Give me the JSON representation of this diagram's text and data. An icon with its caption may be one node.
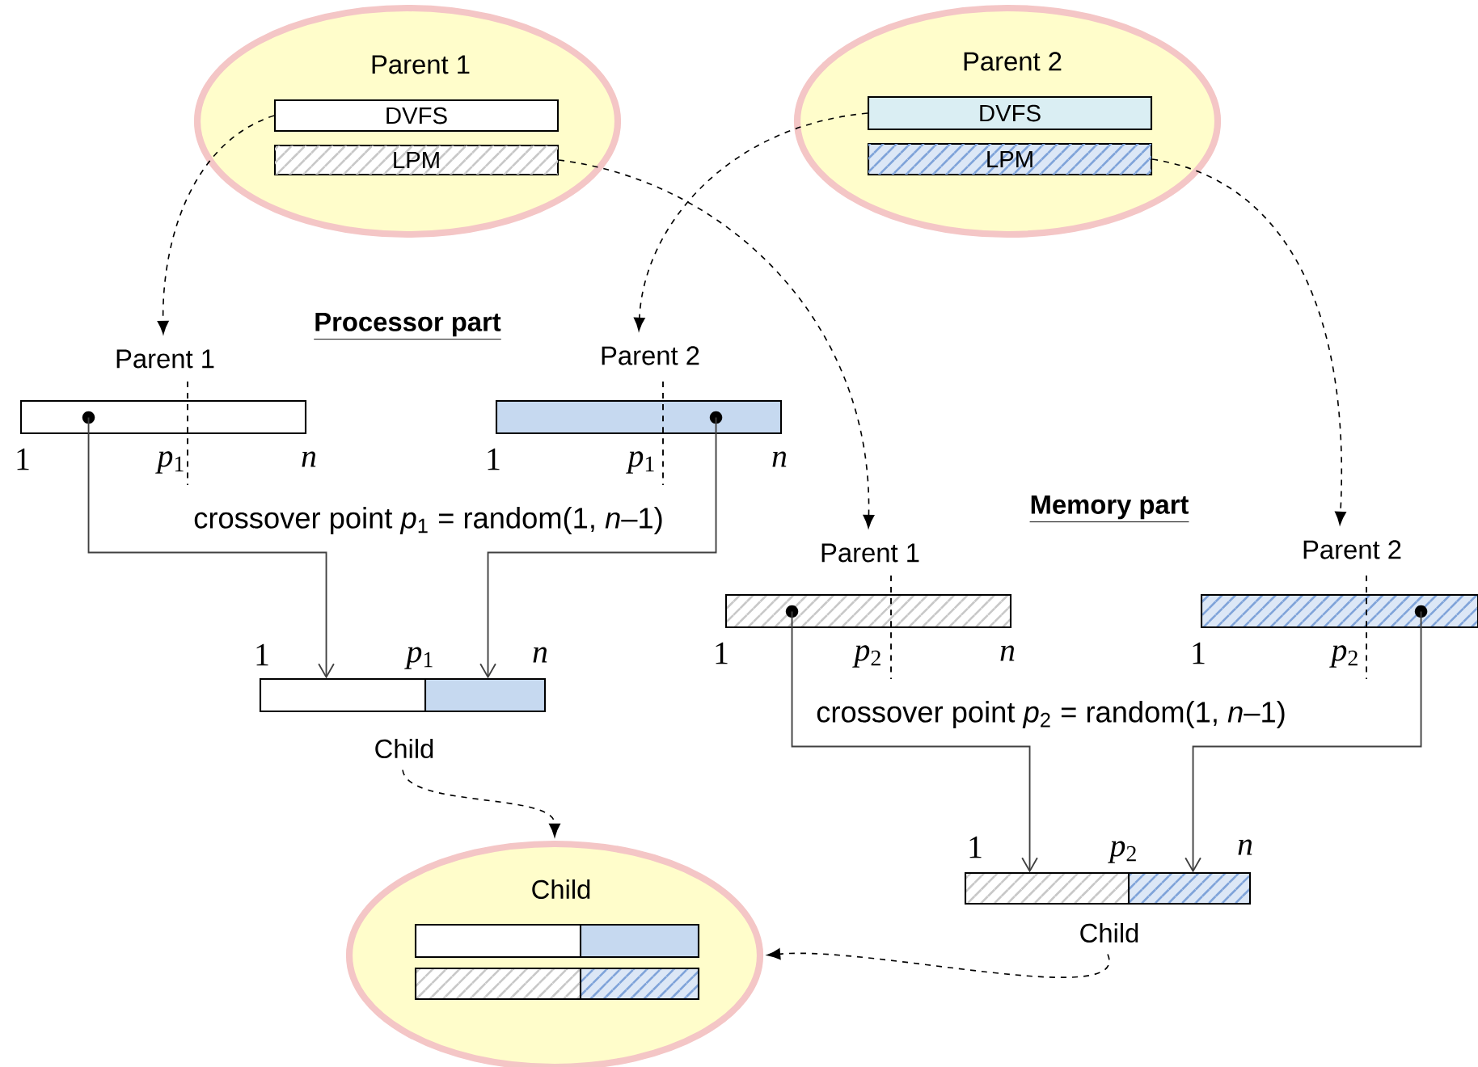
{
  "diagram": {
    "nodes": [
      {
        "text": [
          "Parent 1"
        ]
      },
      {
        "text": [
          "DVFS"
        ],
        "in": 0
      },
      {
        "text": [
          "LPM"
        ],
        "in": 0
      },
      {
        "text": [
          "Parent 2"
        ]
      },
      {
        "text": [
          "DVFS"
        ],
        "in": 3
      },
      {
        "text": [
          "LPM"
        ],
        "in": 3
      },
      {
        "text": [
          "Parent 1"
        ],
        "beside": [
          "1",
          "*p*$_{1}$",
          "*n*"
        ]
      },
      {
        "text": [
          "Parent 2"
        ],
        "beside": [
          "1",
          "*p*$_{1}$",
          "*n*"
        ]
      },
      {
        "text": [
          "Child"
        ],
        "beside": [
          "1",
          "*p*$_{1}$",
          "*n*"
        ]
      },
      {
        "text": [
          "Parent 1"
        ],
        "beside": [
          "1",
          "*p*$_{2}$",
          "*n*"
        ]
      },
      {
        "text": [
          "Parent 2"
        ],
        "beside": [
          "1",
          "*p*$_{2}$"
        ]
      },
      {
        "text": [
          "Child"
        ],
        "beside": [
          "1",
          "*p*$_{2}$",
          "*n*"
        ]
      },
      {
        "text": [
          "Child"
        ]
      },
      {
        "text": [],
        "shape": "bar",
        "in": 12
      },
      {
        "text": [],
        "shape": "bar",
        "in": 12
      }
    ],
    "edges": [
      {
        "from": 1,
        "to": 6,
        "arrow": "to",
        "style": "dashed"
      },
      {
        "from": 2,
        "to": 9,
        "arrow": "to",
        "style": "dashed"
      },
      {
        "from": 4,
        "to": 7,
        "arrow": "to",
        "style": "dashed"
      },
      {
        "from": 5,
        "to": 10,
        "arrow": "to",
        "style": "dashed"
      },
      {
        "from": 6,
        "to": 8,
        "arrow": "to"
      },
      {
        "from": 7,
        "to": 8,
        "arrow": "to"
      },
      {
        "from": 9,
        "to": 11,
        "arrow": "to"
      },
      {
        "from": 10,
        "to": 11,
        "arrow": "to"
      },
      {
        "from": 8,
        "to": 12,
        "arrow": "to",
        "style": "dashed"
      },
      {
        "from": 11,
        "to": 12,
        "arrow": "to",
        "style": "dashed"
      }
    ],
    "labels": [
      "Processor part",
      "crossover point *p*$_{1}$ = random(1, *n*–1)",
      "Memory part",
      "crossover point *p*$_{2}$ = random(1, *n*–1)"
    ]
  }
}
